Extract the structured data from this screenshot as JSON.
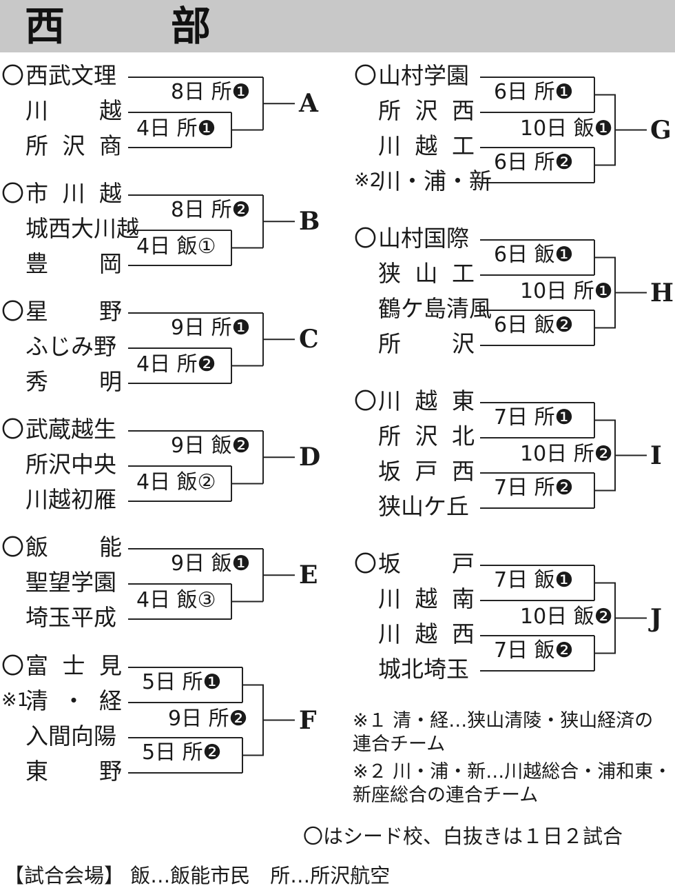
{
  "title": "西　部",
  "blocks": [
    {
      "letter": "A",
      "teams": [
        {
          "name": "西武文理",
          "seed": true
        },
        {
          "name": "川越"
        },
        {
          "name": "所沢商"
        }
      ],
      "first": "4日 所❶",
      "final": "8日 所❶"
    },
    {
      "letter": "B",
      "teams": [
        {
          "name": "市川越",
          "seed": true
        },
        {
          "name": "城西大川越"
        },
        {
          "name": "豊岡"
        }
      ],
      "first": "4日 飯①",
      "final": "8日 所❷"
    },
    {
      "letter": "C",
      "teams": [
        {
          "name": "星野",
          "seed": true
        },
        {
          "name": "ふじみ野"
        },
        {
          "name": "秀明"
        }
      ],
      "first": "4日 所❷",
      "final": "9日 所❶"
    },
    {
      "letter": "D",
      "teams": [
        {
          "name": "武蔵越生",
          "seed": true
        },
        {
          "name": "所沢中央"
        },
        {
          "name": "川越初雁"
        }
      ],
      "first": "4日 飯②",
      "final": "9日 飯❷"
    },
    {
      "letter": "E",
      "teams": [
        {
          "name": "飯能",
          "seed": true
        },
        {
          "name": "聖望学園"
        },
        {
          "name": "埼玉平成"
        }
      ],
      "first": "4日 飯③",
      "final": "9日 飯❶"
    },
    {
      "letter": "F",
      "teams": [
        {
          "name": "富士見",
          "seed": true
        },
        {
          "name": "清・経",
          "prefix": "※1"
        },
        {
          "name": "入間向陽"
        },
        {
          "name": "東野"
        }
      ],
      "games": [
        "5日 所❶",
        "5日 所❷"
      ],
      "final": "9日 所❷"
    },
    {
      "letter": "G",
      "teams": [
        {
          "name": "山村学園",
          "seed": true
        },
        {
          "name": "所沢西"
        },
        {
          "name": "川越工"
        },
        {
          "name": "川・浦・新",
          "prefix": "※2"
        }
      ],
      "games": [
        "6日 所❶",
        "6日 所❷"
      ],
      "final": "10日 飯❶"
    },
    {
      "letter": "H",
      "teams": [
        {
          "name": "山村国際",
          "seed": true
        },
        {
          "name": "狭山工"
        },
        {
          "name": "鶴ケ島清風"
        },
        {
          "name": "所沢"
        }
      ],
      "games": [
        "6日 飯❶",
        "6日 飯❷"
      ],
      "final": "10日 所❶"
    },
    {
      "letter": "I",
      "teams": [
        {
          "name": "川越東",
          "seed": true
        },
        {
          "name": "所沢北"
        },
        {
          "name": "坂戸西"
        },
        {
          "name": "狭山ケ丘"
        }
      ],
      "games": [
        "7日 所❶",
        "7日 所❷"
      ],
      "final": "10日 所❷"
    },
    {
      "letter": "J",
      "teams": [
        {
          "name": "坂戸",
          "seed": true
        },
        {
          "name": "川越南"
        },
        {
          "name": "川越西"
        },
        {
          "name": "城北埼玉"
        }
      ],
      "games": [
        "7日 飯❶",
        "7日 飯❷"
      ],
      "final": "10日 飯❷"
    }
  ],
  "seed_mark": "〇",
  "notes": [
    "※１ 清・経…狭山清陵・狭山経済の",
    "連合チーム",
    "※２ 川・浦・新…川越総合・浦和東・",
    "新座総合の連合チーム"
  ],
  "legend": "〇はシード校、白抜きは１日２試合",
  "venues": "【試合会場】 飯…飯能市民　所…所沢航空"
}
